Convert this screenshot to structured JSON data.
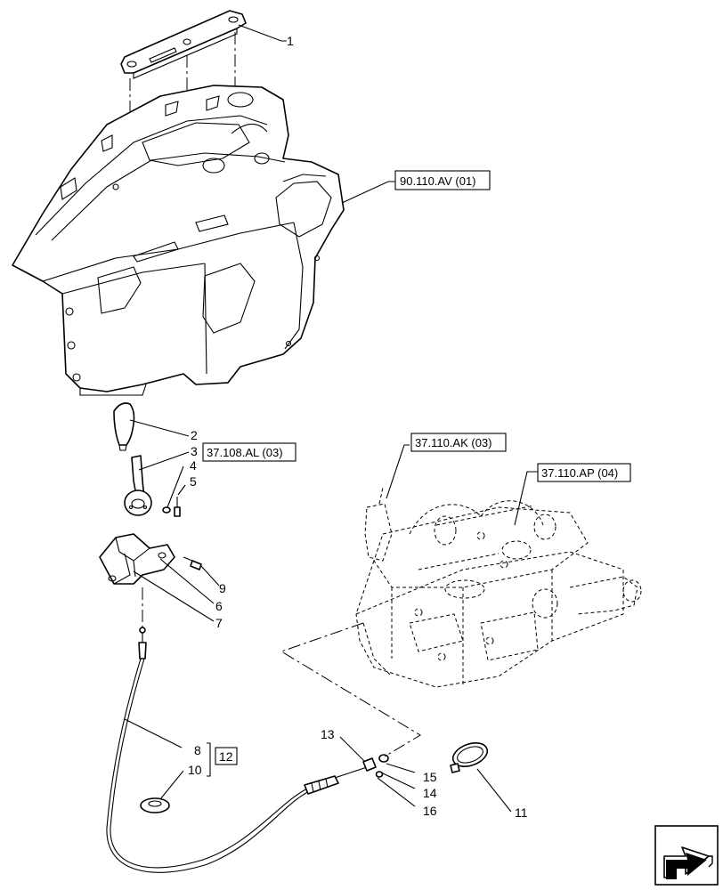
{
  "callouts": {
    "c1": "1",
    "c2": "2",
    "c3": "3",
    "c4": "4",
    "c5": "5",
    "c6": "6",
    "c7": "7",
    "c8": "8",
    "c9": "9",
    "c10": "10",
    "c11": "11",
    "c12": "12",
    "c13": "13",
    "c14": "14",
    "c15": "15",
    "c16": "16"
  },
  "references": {
    "console": "90.110.AV (01)",
    "lever": "37.108.AL (03)",
    "hitch_ak": "37.110.AK (03)",
    "hitch_ap": "37.110.AP (04)"
  },
  "nav_icon": "next-page-arrow-icon"
}
